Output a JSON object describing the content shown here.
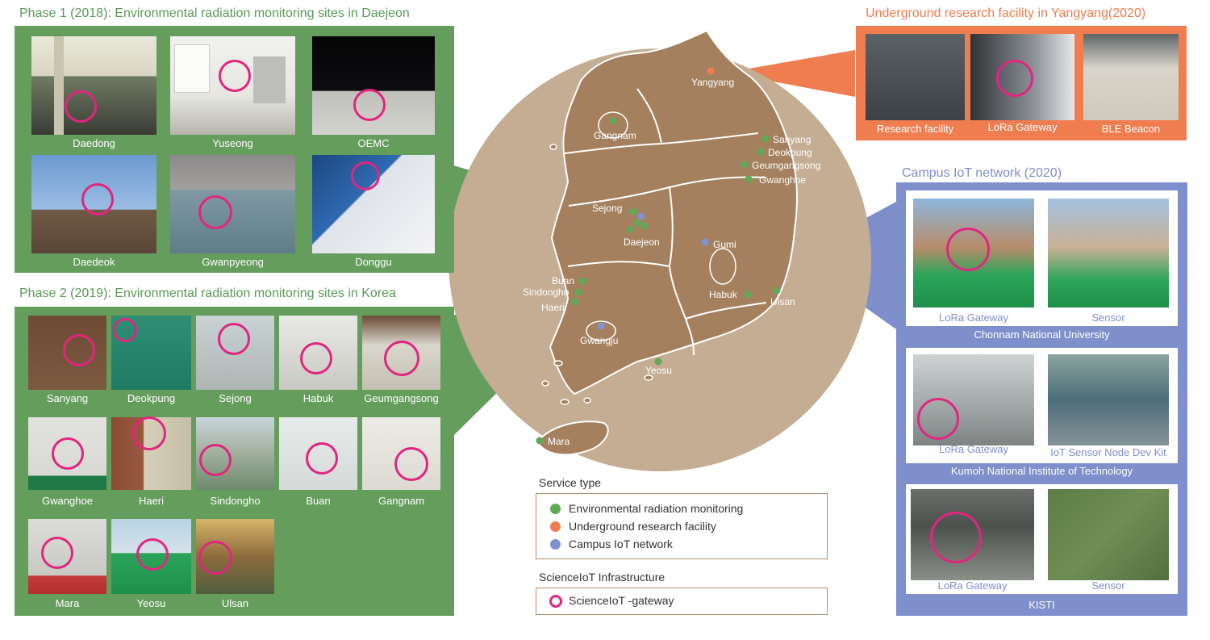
{
  "colors": {
    "green_panel": "#659d5d",
    "orange_panel": "#ef7d50",
    "blue_panel": "#7e8fcc",
    "map_circle": "#c4ad93",
    "map_land": "#a4805e",
    "gateway_ring": "#e2257f",
    "dot_env": "#62a858",
    "dot_underground": "#ef7d50",
    "dot_campus": "#7f93d2"
  },
  "phase1": {
    "title": "Phase 1 (2018): Environmental radiation monitoring sites in Daejeon",
    "sites": [
      "Daedong",
      "Yuseong",
      "OEMC",
      "Daedeok",
      "Gwanpyeong",
      "Donggu"
    ]
  },
  "phase2": {
    "title": "Phase 2 (2019): Environmental radiation monitoring sites in Korea",
    "sites": [
      "Sanyang",
      "Deokpung",
      "Sejong",
      "Habuk",
      "Geumgangsong",
      "Gwanghoe",
      "Haeri",
      "Sindongho",
      "Buan",
      "Gangnam",
      "Mara",
      "Yeosu",
      "Ulsan"
    ]
  },
  "underground": {
    "title": "Underground research facility in Yangyang(2020)",
    "captions": [
      "Research facility",
      "LoRa Gateway",
      "BLE Beacon"
    ]
  },
  "campus": {
    "title": "Campus IoT network (2020)",
    "groups": [
      {
        "captions": [
          "LoRa Gateway",
          "Sensor"
        ],
        "institution": "Chonnam National University"
      },
      {
        "captions": [
          "LoRa Gateway",
          "IoT Sensor Node Dev Kit"
        ],
        "institution": "Kumoh National Institute of Technology"
      },
      {
        "captions": [
          "LoRa Gateway",
          "Sensor"
        ],
        "institution": "KISTI"
      }
    ]
  },
  "map": {
    "labels": [
      "Yangyang",
      "Gangnam",
      "Sanyang",
      "Deokpung",
      "Geumgangsong",
      "Gwanghoe",
      "Sejong",
      "Daejeon",
      "Gumi",
      "Buan",
      "Sindongho",
      "Haeri",
      "Habuk",
      "Ulsan",
      "Gwangju",
      "Yeosu",
      "Mara"
    ]
  },
  "legend": {
    "service_type_title": "Service type",
    "service_types": [
      "Environmental radiation monitoring",
      "Underground research facility",
      "Campus IoT network"
    ],
    "infra_title": "ScienceIoT Infrastructure",
    "infra_item": "ScienceIoT -gateway"
  },
  "icons": {
    "env_dot": "green-dot-icon",
    "underground_dot": "orange-dot-icon",
    "campus_dot": "blue-dot-icon",
    "gateway": "pink-ring-icon"
  }
}
